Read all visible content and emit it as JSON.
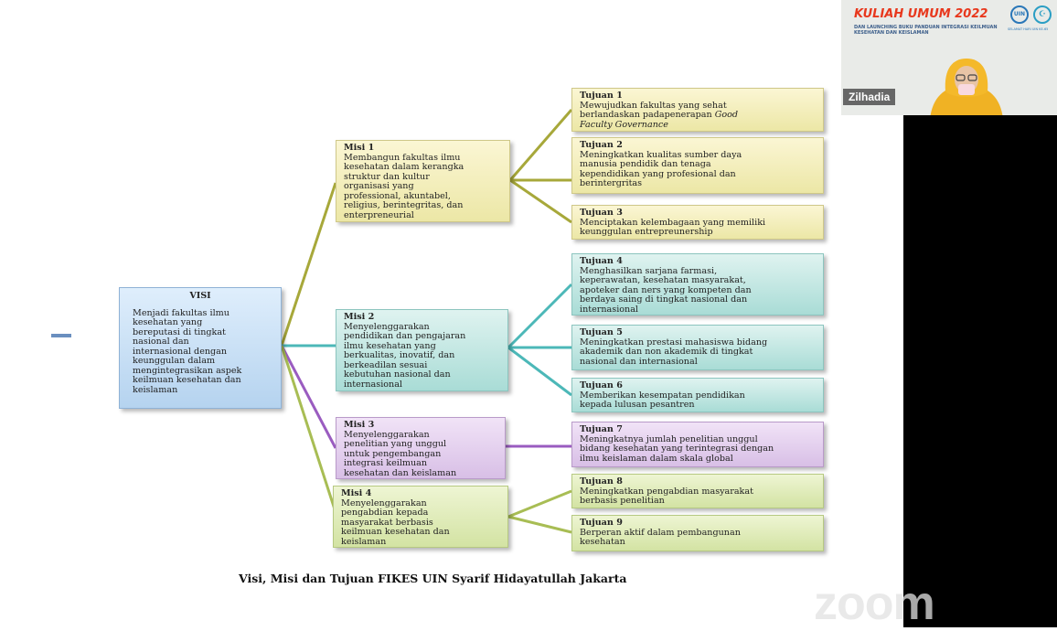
{
  "diagram": {
    "visi": {
      "title": "VISI",
      "text": "Menjadi fakultas ilmu\nkesehatan yang\nbereputasi di tingkat\nnasional dan\ninternasional dengan\nkeunggulan dalam\nmengintegrasikan aspek\nkeilmuan kesehatan dan\nkeislaman"
    },
    "misi": [
      {
        "title": "Misi 1",
        "text": "Membangun fakultas ilmu\nkesehatan  dalam kerangka\nstruktur dan kultur\norganisasi yang\nprofessional, akuntabel,\nreligius, berintegritas, dan\nenterpreneurial"
      },
      {
        "title": "Misi 2",
        "text": "Menyelenggarakan\npendidikan dan pengajaran\nilmu kesehatan yang\nberkualitas, inovatif, dan\nberkeadilan sesuai\nkebutuhan nasional dan\ninternasional"
      },
      {
        "title": "Misi 3",
        "text": "Menyelenggarakan\npenelitian yang unggul\nuntuk pengembangan\nintegrasi keilmuan\nkesehatan dan keislaman"
      },
      {
        "title": "Misi 4",
        "text": "Menyelenggarakan\npengabdian kepada\nmasyarakat berbasis\nkeilmuan kesehatan dan\nkeislaman"
      }
    ],
    "tujuan": [
      {
        "title": "Tujuan 1",
        "text": "Mewujudkan fakultas yang sehat\nberlandaskan padapenerapan ",
        "italic": "Good\nFaculty Governance"
      },
      {
        "title": "Tujuan 2",
        "text": "Meningkatkan kualitas sumber daya\nmanusia pendidik dan tenaga\nkependidikan yang profesional dan\nberintergritas"
      },
      {
        "title": "Tujuan 3",
        "text": "Menciptakan kelembagaan yang memiliki\nkeunggulan entrepreunership"
      },
      {
        "title": "Tujuan 4",
        "text": "Menghasilkan sarjana farmasi,\nkeperawatan, kesehatan masyarakat,\napoteker dan ners yang kompeten dan\nberdaya saing di tingkat nasional dan\ninternasional"
      },
      {
        "title": "Tujuan 5",
        "text": "Meningkatkan prestasi mahasiswa bidang\nakademik dan non akademik di tingkat\nnasional dan internasional"
      },
      {
        "title": "Tujuan 6",
        "text": "Memberikan kesempatan pendidikan\nkepada lulusan pesantren"
      },
      {
        "title": "Tujuan 7",
        "text": "Meningkatnya jumlah penelitian unggul\nbidang kesehatan yang terintegrasi dengan\nilmu keislaman dalam skala global"
      },
      {
        "title": "Tujuan 8",
        "text": "Meningkatkan pengabdian masyarakat\nberbasis penelitian"
      },
      {
        "title": "Tujuan 9",
        "text": "Berperan aktif dalam pembangunan\nkesehatan"
      }
    ],
    "caption": "Visi, Misi dan Tujuan FIKES UIN Syarif Hidayatullah Jakarta"
  },
  "colors": {
    "misi1": "#a7a83a",
    "misi2": "#4cb8b8",
    "misi3": "#9a5cc0",
    "misi4": "#a8bd54"
  },
  "video": {
    "banner_title": "KULIAH UMUM 2022",
    "banner_subtitle": "DAN LAUNCHING BUKU PANDUAN INTEGRASI KEILMUAN KESEHATAN DAN KEISLAMAN",
    "logo_left": "UIN",
    "logo_text": "SELAMAT HARI UIN KE-65",
    "participant_name": "Zilhadia",
    "watermark": "zoom"
  }
}
